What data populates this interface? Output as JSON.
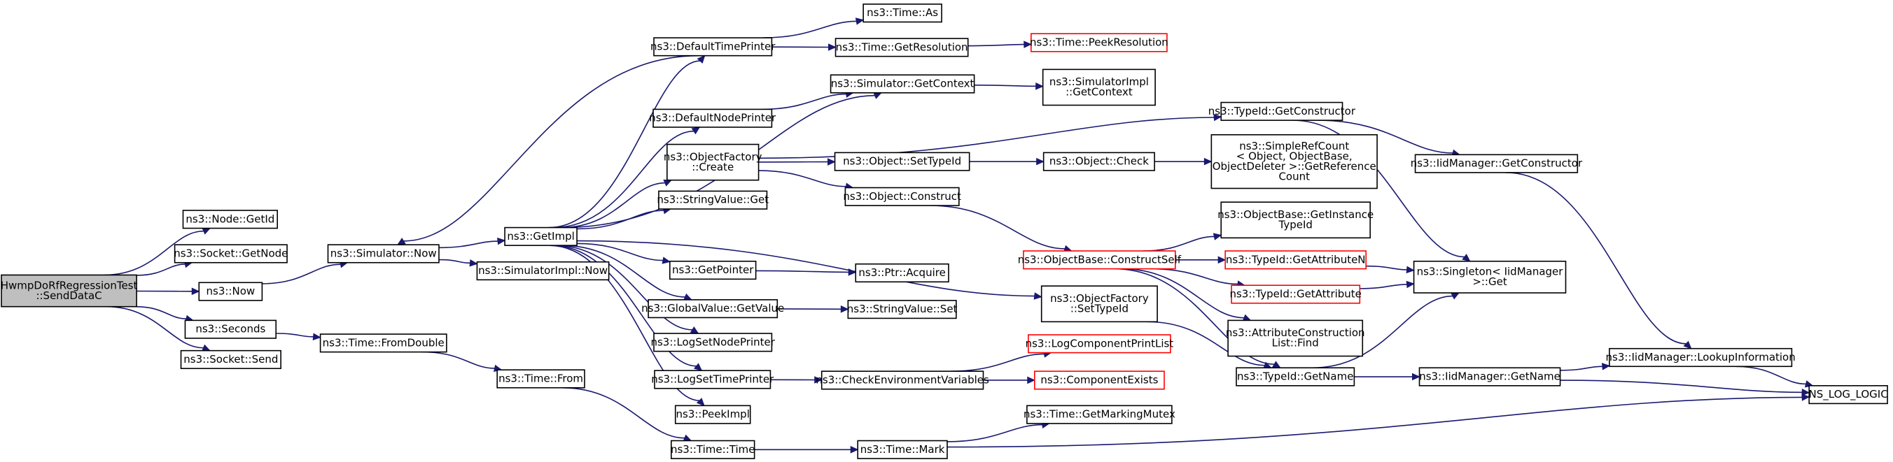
{
  "colors": {
    "edge": "#191970",
    "root_fill": "#bfbfbf",
    "red_border": "#ff0000"
  },
  "nodes": {
    "root": [
      "HwmpDoRfRegressionTest",
      "::SendDataC"
    ],
    "nodeGetId": [
      "ns3::Node::GetId"
    ],
    "socketGetNode": [
      "ns3::Socket::GetNode"
    ],
    "now": [
      "ns3::Now"
    ],
    "seconds": [
      "ns3::Seconds"
    ],
    "socketSend": [
      "ns3::Socket::Send"
    ],
    "simulatorNow": [
      "ns3::Simulator::Now"
    ],
    "timeFromDouble": [
      "ns3::Time::FromDouble"
    ],
    "getImpl": [
      "ns3::GetImpl"
    ],
    "simImplNow": [
      "ns3::SimulatorImpl::Now"
    ],
    "timeFrom": [
      "ns3::Time::From"
    ],
    "defaultTimePrinter": [
      "ns3::DefaultTimePrinter"
    ],
    "defaultNodePrinter": [
      "ns3::DefaultNodePrinter"
    ],
    "objectFactoryCreate": [
      "ns3::ObjectFactory",
      "::Create"
    ],
    "stringValueGet": [
      "ns3::StringValue::Get"
    ],
    "getPointer": [
      "ns3::GetPointer"
    ],
    "globalValueGetValue": [
      "ns3::GlobalValue::GetValue"
    ],
    "logSetNodePrinter": [
      "ns3::LogSetNodePrinter"
    ],
    "logSetTimePrinter": [
      "ns3::LogSetTimePrinter"
    ],
    "peekImpl": [
      "ns3::PeekImpl"
    ],
    "timeTime": [
      "ns3::Time::Time"
    ],
    "timeAs": [
      "ns3::Time::As"
    ],
    "timeGetResolution": [
      "ns3::Time::GetResolution"
    ],
    "timePeekResolution": [
      "ns3::Time::PeekResolution"
    ],
    "simulatorGetContext": [
      "ns3::Simulator::GetContext"
    ],
    "simImplGetContext": [
      "ns3::SimulatorImpl",
      "::GetContext"
    ],
    "objectSetTypeId": [
      "ns3::Object::SetTypeId"
    ],
    "objectCheck": [
      "ns3::Object::Check"
    ],
    "objectConstruct": [
      "ns3::Object::Construct"
    ],
    "ptrAcquire": [
      "ns3::Ptr::Acquire"
    ],
    "stringValueSet": [
      "ns3::StringValue::Set"
    ],
    "checkEnvVars": [
      "ns3::CheckEnvironmentVariables"
    ],
    "timeMark": [
      "ns3::Time::Mark"
    ],
    "objectBaseConstructSelf": [
      "ns3::ObjectBase::ConstructSelf"
    ],
    "objectFactorySetTypeId": [
      "ns3::ObjectFactory",
      "::SetTypeId"
    ],
    "logComponentPrintList": [
      "ns3::LogComponentPrintList"
    ],
    "componentExists": [
      "ns3::ComponentExists"
    ],
    "timeGetMarkingMutex": [
      "ns3::Time::GetMarkingMutex"
    ],
    "typeIdGetConstructor": [
      "ns3::TypeId::GetConstructor"
    ],
    "simpleRefCount": [
      "ns3::SimpleRefCount",
      "< Object, ObjectBase,",
      "ObjectDeleter >::GetReference",
      "Count"
    ],
    "objectBaseGetInstanceTypeId": [
      "ns3::ObjectBase::GetInstance",
      "TypeId"
    ],
    "typeIdGetAttributeN": [
      "ns3::TypeId::GetAttributeN"
    ],
    "typeIdGetAttribute": [
      "ns3::TypeId::GetAttribute"
    ],
    "attrConstructionListFind": [
      "ns3::AttributeConstruction",
      "List::Find"
    ],
    "typeIdGetName": [
      "ns3::TypeId::GetName"
    ],
    "iidManagerGetConstructor": [
      "ns3::IidManager::GetConstructor"
    ],
    "singletonGet": [
      "ns3::Singleton< IidManager",
      " >::Get"
    ],
    "iidManagerGetName": [
      "ns3::IidManager::GetName"
    ],
    "iidManagerLookupInformation": [
      "ns3::IidManager::LookupInformation"
    ],
    "nsLogLogic": [
      "NS_LOG_LOGIC"
    ]
  }
}
